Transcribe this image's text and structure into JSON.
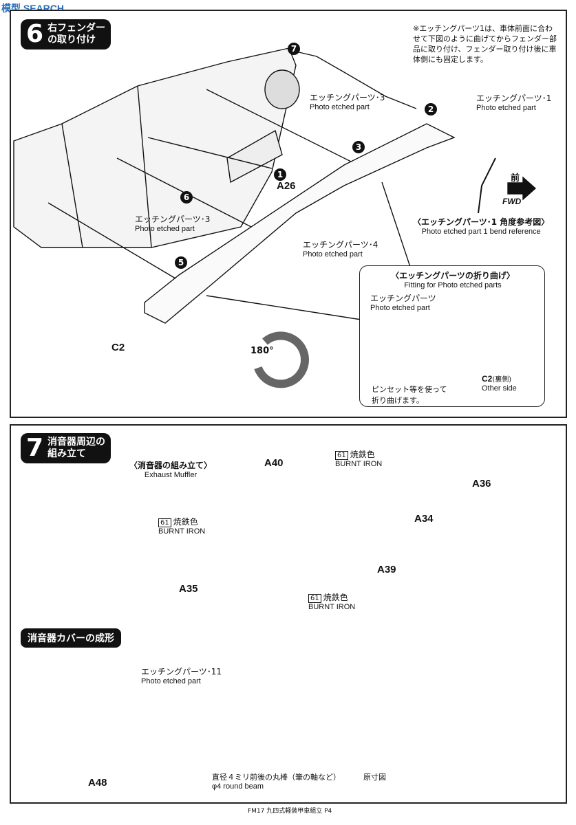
{
  "watermark": "模型 SEARCH",
  "step6": {
    "number": "6",
    "title_line1": "右フェンダー",
    "title_line2": "の取り付け",
    "note": "※エッチングパーツ1は、車体前面に合わせて下図のように曲げてからフェンダー部品に取り付け、フェンダー取り付け後に車体側にも固定します。",
    "order_1": "1",
    "order_2": "2",
    "order_3": "3",
    "order_5": "5",
    "order_6": "6",
    "order_7": "7",
    "pe3_top_jp": "エッチングパーツ･3",
    "pe3_top_en": "Photo etched part",
    "pe1_jp": "エッチングパーツ･1",
    "pe1_en": "Photo etched part",
    "pe3_left_jp": "エッチングパーツ･3",
    "pe3_left_en": "Photo etched part",
    "pe4_jp": "エッチングパーツ･4",
    "pe4_en": "Photo etched part",
    "part_a26": "A26",
    "part_c2": "C2",
    "rotate": "180°",
    "fwd_jp": "前",
    "fwd_en": "FWD",
    "bend_ref_jp": "〈エッチングパーツ･1 角度参考図〉",
    "bend_ref_en": "Photo etched part 1 bend reference",
    "fold_title_jp": "〈エッチングパーツの折り曲げ〉",
    "fold_title_en": "Fitting for Photo etched parts",
    "fold_pe_jp": "エッチングパーツ",
    "fold_pe_en": "Photo etched part",
    "fold_c2_jp": "C2",
    "fold_c2_side_jp": "(裏側)",
    "fold_c2_side_en": "Other side",
    "fold_tip_line1": "ピンセット等を使って",
    "fold_tip_line2": "折り曲げます。"
  },
  "step7": {
    "number": "7",
    "title_line1": "消音器周辺の",
    "title_line2": "組み立て",
    "muffler_jp": "〈消音器の組み立て〉",
    "muffler_en": "Exhaust Muffler",
    "a40": "A40",
    "a36": "A36",
    "a34": "A34",
    "a35": "A35",
    "a39": "A39",
    "paint_code": "61",
    "paint_jp": "焼鉄色",
    "paint_en": "BURNT IRON",
    "cover_title": "消音器カバーの成形",
    "pe11_jp": "エッチングパーツ･11",
    "pe11_en": "Photo etched part",
    "a48": "A48",
    "rod_jp": "直径４ミリ前後の丸棒（筆の軸など）",
    "rod_en": "φ4 round beam",
    "actual_size": "原寸図"
  },
  "footer": "FM17 九四式軽装甲車組立 P4"
}
